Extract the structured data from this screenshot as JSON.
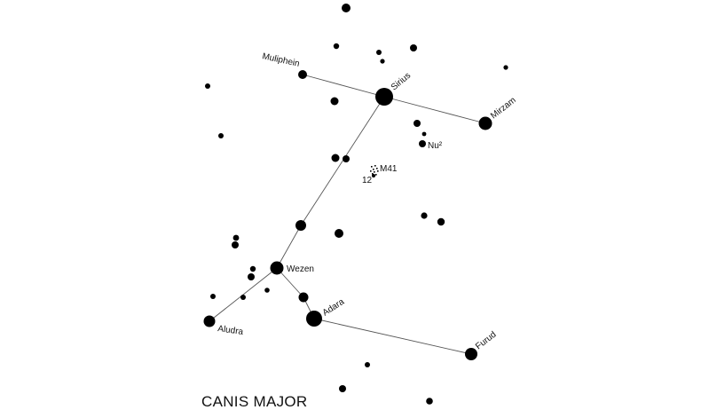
{
  "title": "CANIS MAJOR",
  "colors": {
    "background": "#ffffff",
    "star": "#000000",
    "line": "#555555",
    "text": "#111111"
  },
  "stars": [
    {
      "id": "sirius",
      "label": "Sirius"
    },
    {
      "id": "mirzam",
      "label": "Mirzam"
    },
    {
      "id": "muliphein",
      "label": "Muliphein"
    },
    {
      "id": "wezen",
      "label": "Wezen"
    },
    {
      "id": "adara",
      "label": "Adara"
    },
    {
      "id": "aludra",
      "label": "Aludra"
    },
    {
      "id": "furud",
      "label": "Furud"
    },
    {
      "id": "nu2",
      "label": "Nu²"
    },
    {
      "id": "star-12",
      "label": "12"
    }
  ],
  "deep_sky": [
    {
      "id": "m41",
      "label": "M41",
      "icon": "open-cluster-icon"
    }
  ]
}
